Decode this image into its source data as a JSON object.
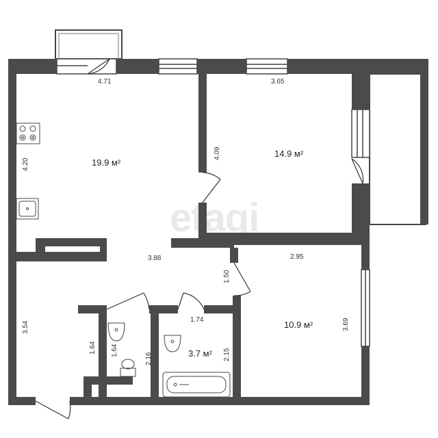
{
  "watermark": "etagi",
  "colors": {
    "wall": "#4b4b4b",
    "line": "#333333",
    "background": "#ffffff"
  },
  "rooms": {
    "kitchen_living": {
      "area": "19.9 м²",
      "width": "4.71",
      "depth": "4.20",
      "width_bottom": "3.88"
    },
    "bedroom": {
      "area": "14.9 м²",
      "width": "3.65",
      "depth": "4.09"
    },
    "room_small": {
      "area": "10.9 м²",
      "width": "2.95",
      "depth": "3.69"
    },
    "bathroom": {
      "area": "3.7 м²",
      "width": "1.74",
      "depth": "2.15"
    },
    "toilet": {
      "width": "1.64",
      "depth": "2.16"
    },
    "hallway": {
      "depth": "3.54",
      "niche": "1.64"
    },
    "corridor": {
      "depth": "1.50"
    }
  },
  "fixtures": [
    "stove-icon",
    "sink-icon",
    "toilet-icon",
    "washbasin-icon",
    "bathtub-icon"
  ]
}
